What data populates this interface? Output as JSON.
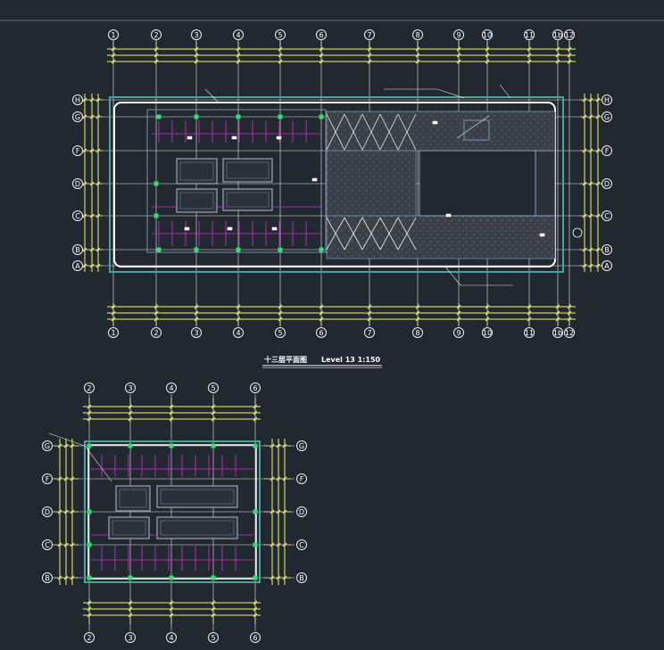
{
  "drawing_title": "十三层平面图",
  "drawing_subtitle": "Level 13 1:150",
  "plan_main": {
    "column_axes": [
      "1",
      "2",
      "3",
      "4",
      "5",
      "6",
      "7",
      "8",
      "9",
      "10",
      "11",
      "1b",
      "12"
    ],
    "row_axes": [
      "H",
      "G",
      "F",
      "D",
      "C",
      "B",
      "A"
    ]
  },
  "plan_small": {
    "column_axes": [
      "2",
      "3",
      "4",
      "5",
      "6"
    ],
    "row_axes": [
      "G",
      "F",
      "D",
      "C",
      "B"
    ]
  },
  "colors": {
    "background": "#212830",
    "grid": "#e8e8e8",
    "dimension": "#f6f666",
    "wall": "#49a49a",
    "wall_inner": "#ffffff",
    "partition": "#d030d8",
    "column": "#30e070",
    "structure": "#7a8fb0"
  }
}
